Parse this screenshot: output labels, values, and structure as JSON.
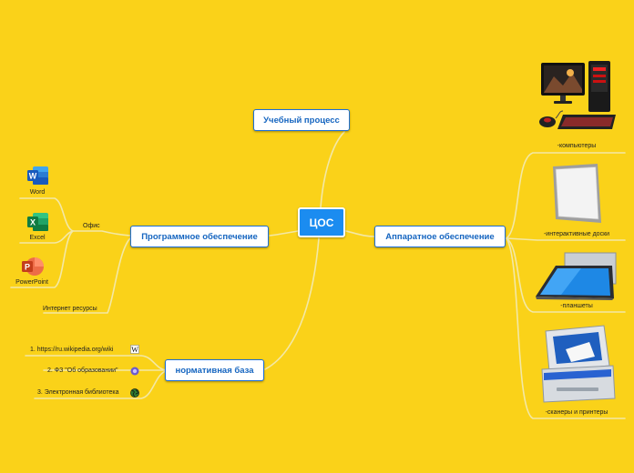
{
  "central": "ЦОС",
  "nodes": {
    "process": "Учебный процесс",
    "software": "Программное обеспечение",
    "hardware": "Аппаратное обеспечение",
    "normative": "нормативная база"
  },
  "software": {
    "office": "Офис",
    "word": "Word",
    "excel": "Excel",
    "powerpoint": "PowerPoint",
    "internet": "Интернет ресурсы"
  },
  "hardware": {
    "computers": "-компьютеры",
    "boards": "-интерактивные доски",
    "tablets": "-планшеты",
    "scanners": "-сканеры и принтеры"
  },
  "normative": {
    "item1": "1. https://ru.wikipedia.org/wiki",
    "item2_a": "2. ФЗ \"Об образо",
    "item2_b": "вании\"",
    "item3": "3. Электронная библиотека"
  },
  "icons": [
    "word-icon",
    "excel-icon",
    "powerpoint-icon",
    "wikipedia-icon",
    "emblem-icon",
    "globe-icon"
  ],
  "colors": {
    "background": "#FAD219",
    "central": "#1B8CF0",
    "node_border": "#1D6FD6",
    "connector": "#F2E7A8"
  }
}
